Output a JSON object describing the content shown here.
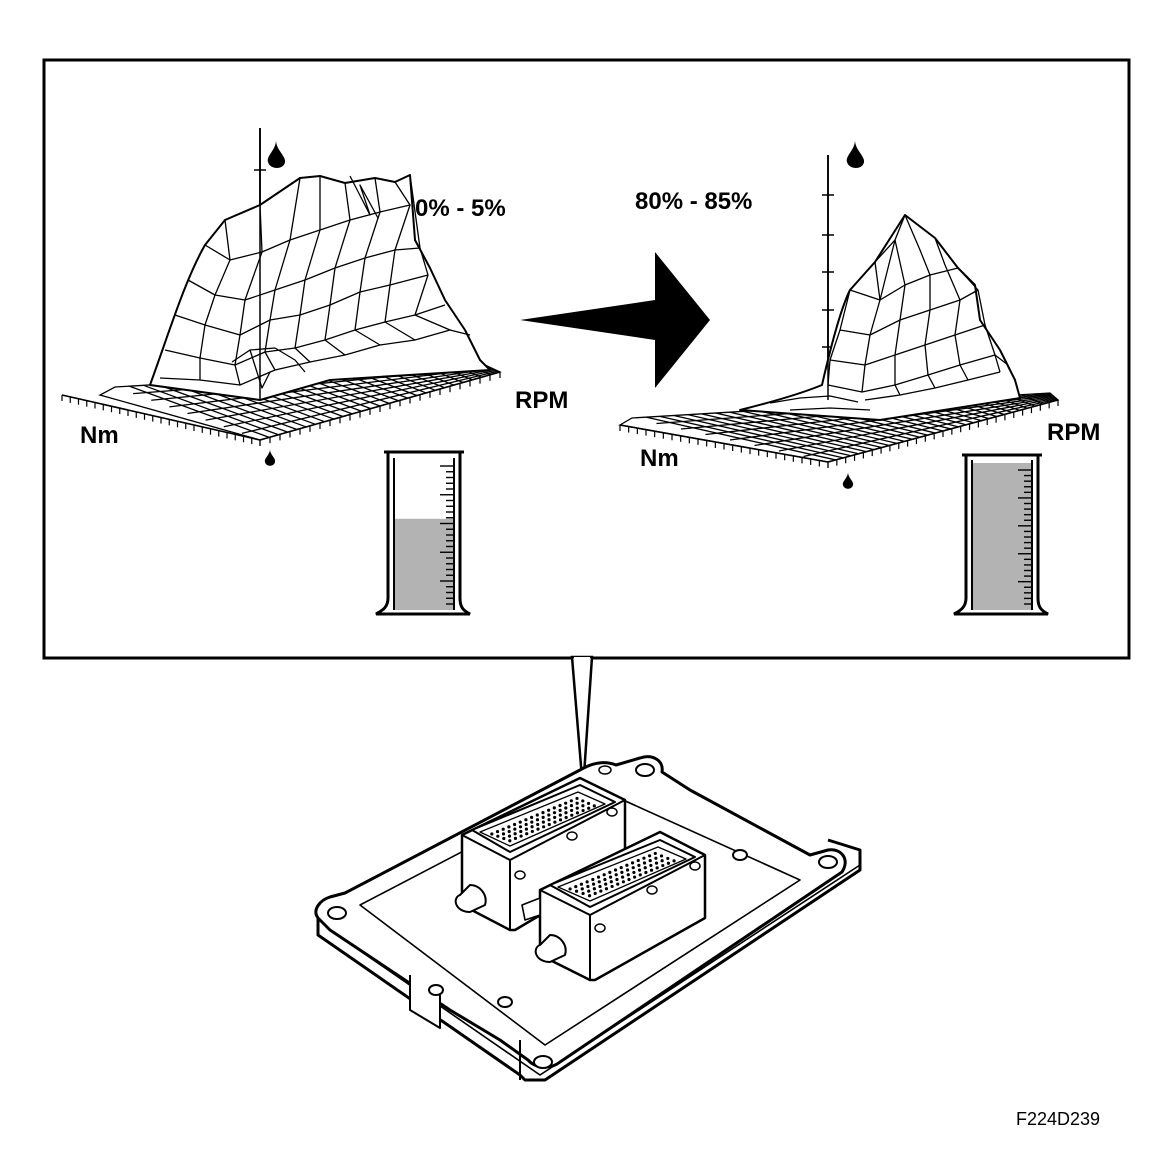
{
  "left_map": {
    "percent_label": "0% - 5%",
    "x_axis_label": "RPM",
    "y_axis_label": "Nm",
    "cylinder_fill_percent": 60
  },
  "right_map": {
    "percent_label": "80% - 85%",
    "x_axis_label": "RPM",
    "y_axis_label": "Nm",
    "cylinder_fill_percent": 98
  },
  "figure_code": "F224D239",
  "icons": [
    "fuel-drop-icon",
    "arrow-right-icon",
    "measuring-cylinder-icon",
    "ecu-control-unit-icon"
  ],
  "colors": {
    "ink": "#000000",
    "cylinder_fill": "#b3b3b3",
    "background": "#ffffff"
  }
}
